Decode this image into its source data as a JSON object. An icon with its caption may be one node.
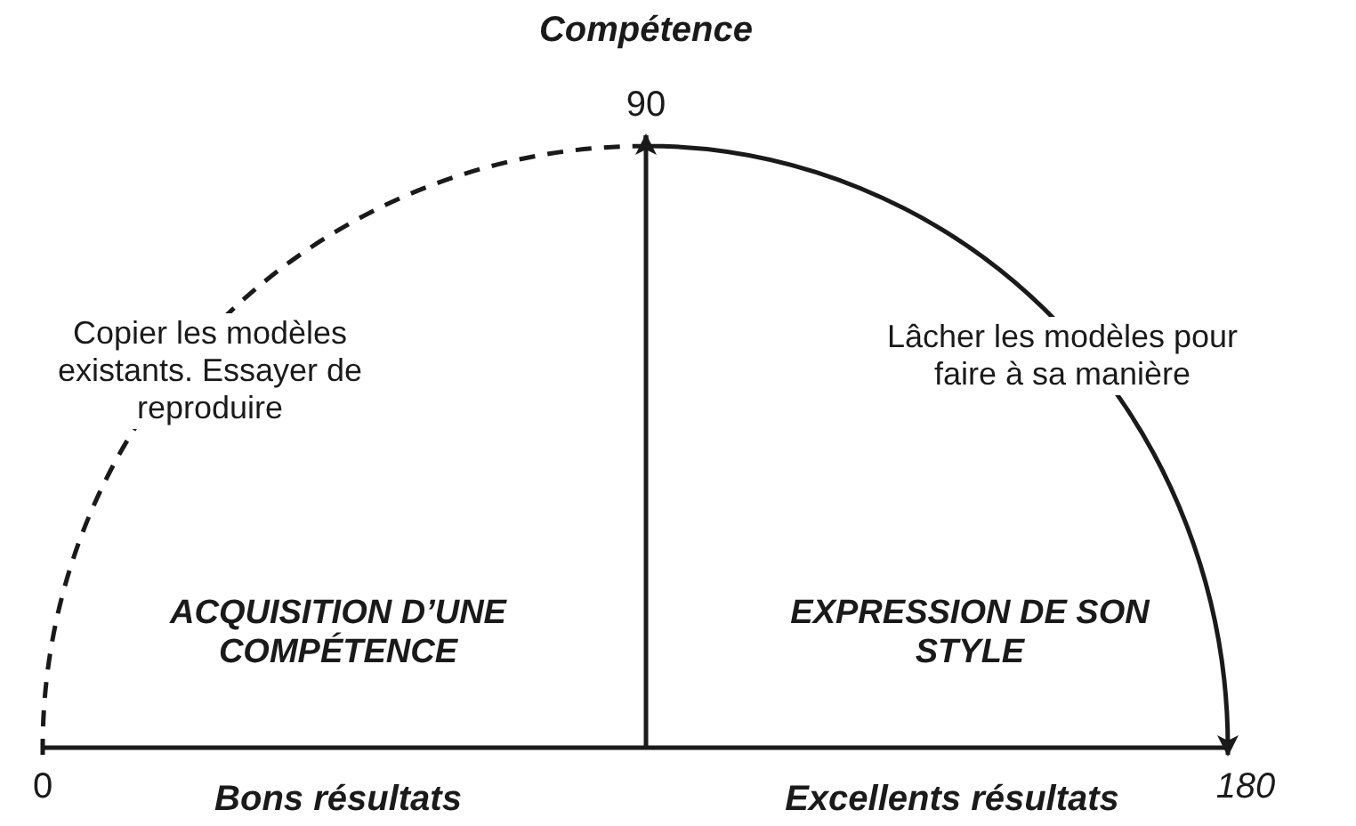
{
  "diagram": {
    "nodes": [
      {
        "text": [
          "0"
        ]
      },
      {
        "text": [
          "90"
        ]
      },
      {
        "text": [
          "180"
        ]
      }
    ],
    "edges": [
      {
        "from": 0,
        "to": 1,
        "arrow": "none",
        "style": "dashed",
        "label": "Copier les modèles existants. Essayer de reproduire"
      },
      {
        "from": 1,
        "to": 2,
        "arrow": "to",
        "label": "Lâcher les modèles pour faire à sa manière"
      },
      {
        "from": null,
        "to": 1,
        "arrow": "to"
      }
    ],
    "labels": [
      "Compétence",
      "ACQUISITION D’UNE COMPÉTENCE",
      "EXPRESSION DE SON STYLE",
      "Bons résultats",
      "Excellents résultats"
    ]
  }
}
